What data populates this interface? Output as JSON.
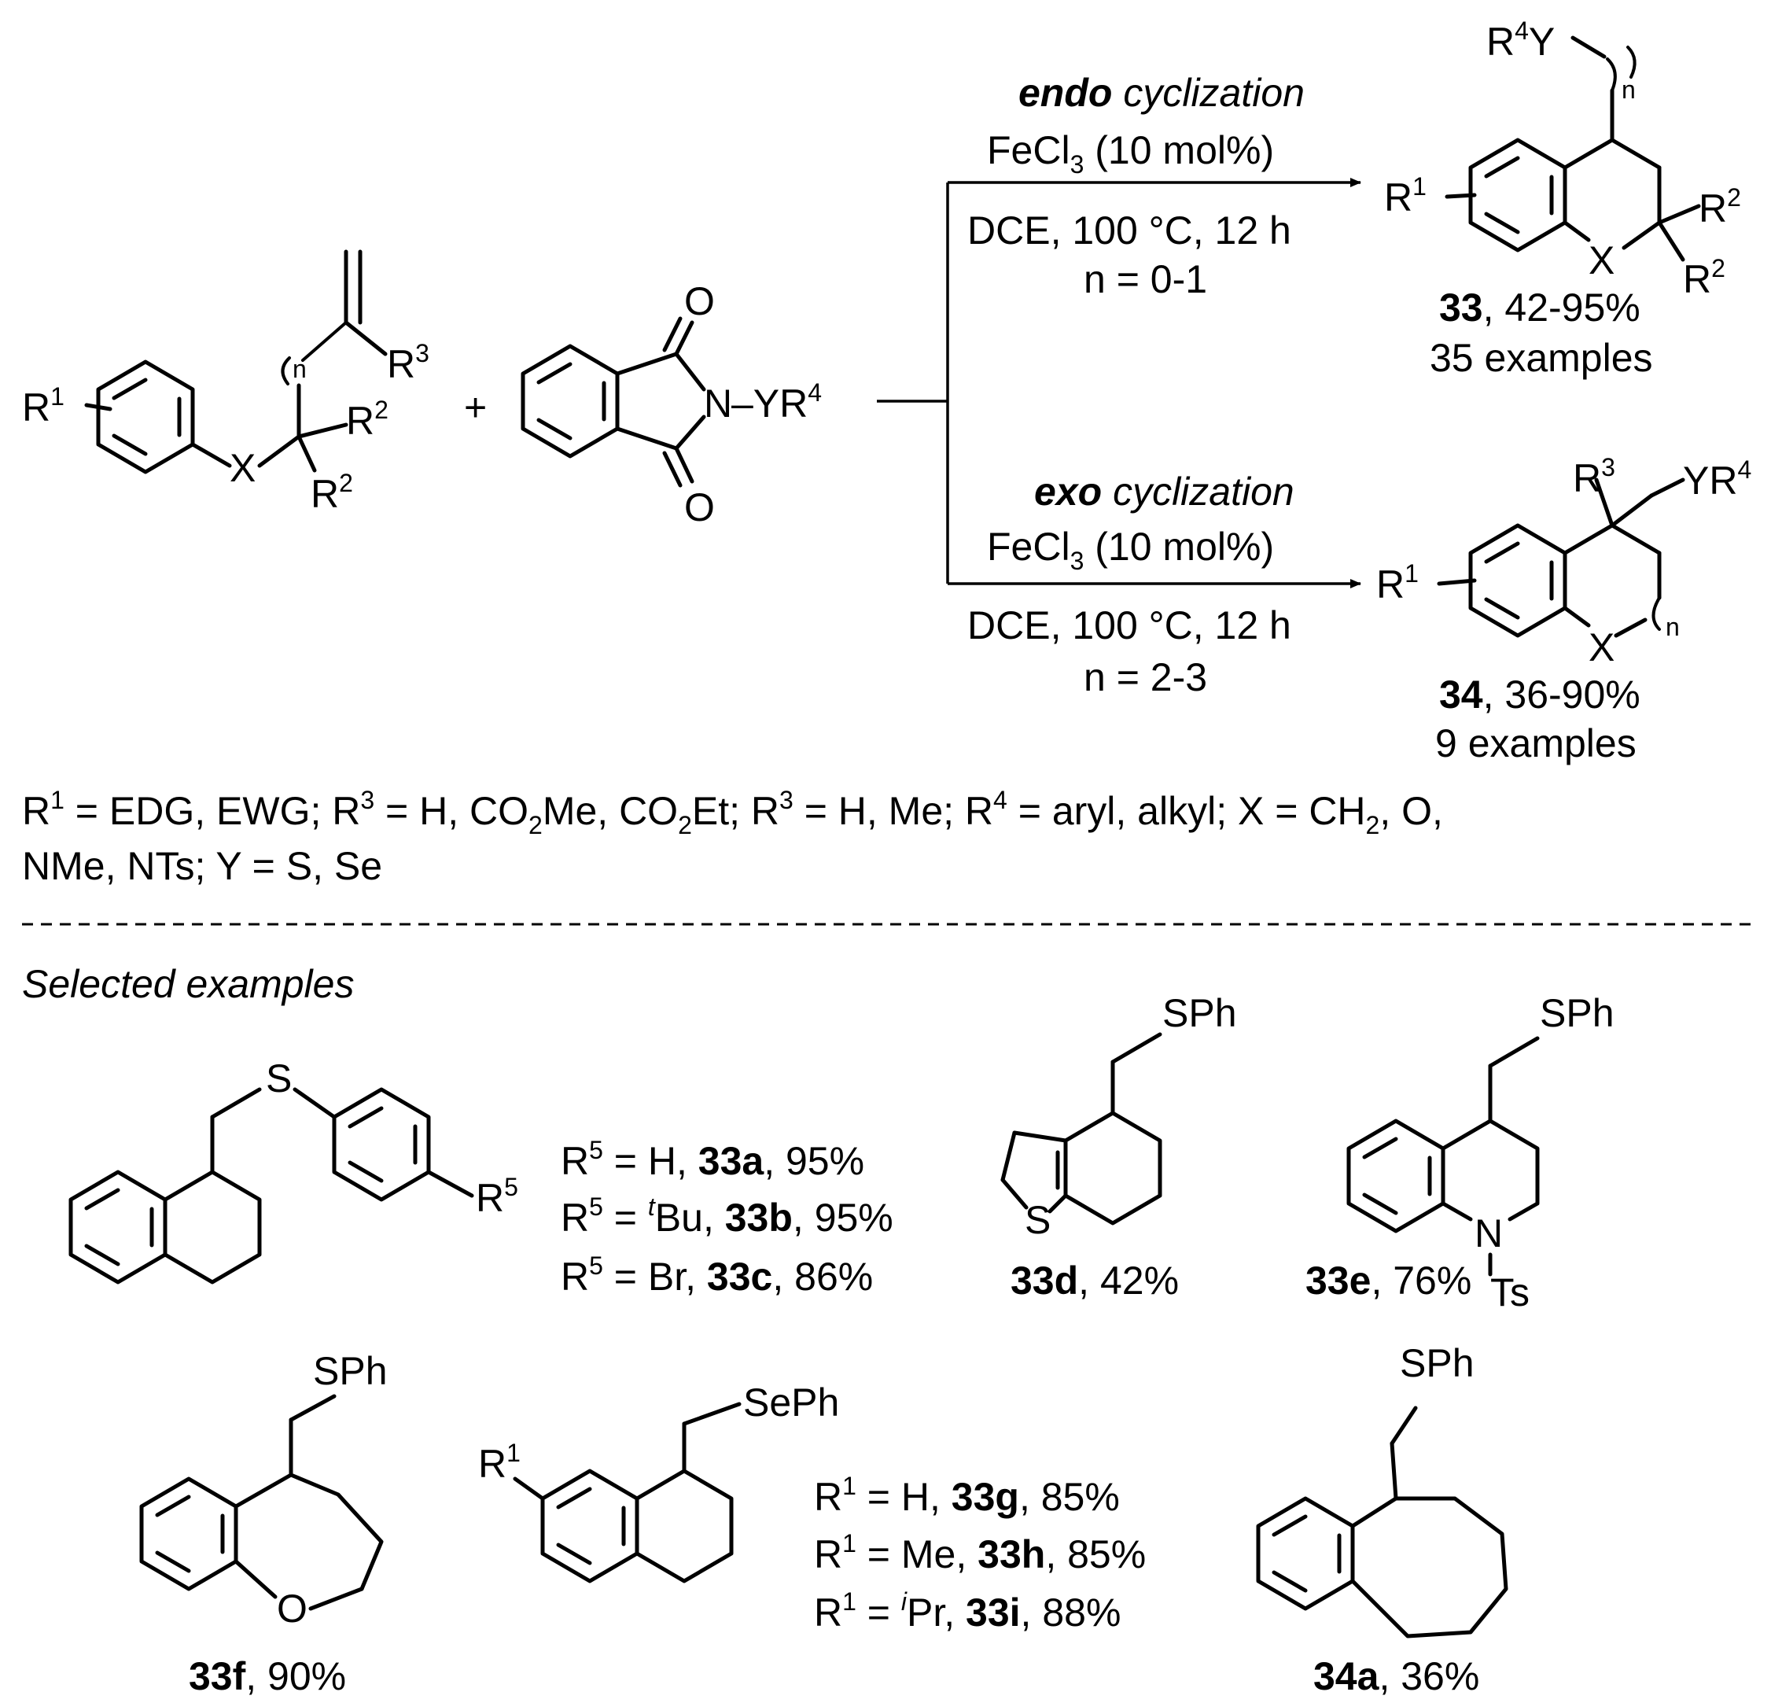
{
  "scheme": {
    "reactant1": {
      "r1": "R",
      "r1_sup": "1",
      "x": "X",
      "n": "n",
      "r2a": "R",
      "r2a_sup": "2",
      "r2b": "R",
      "r2b_sup": "2",
      "r3": "R",
      "r3_sup": "3"
    },
    "plus": "+",
    "reactant2": {
      "o_top": "O",
      "o_bot": "O",
      "n_atom": "N",
      "group": "–YR",
      "group_sup": "4"
    },
    "endo": {
      "title_bold": "endo",
      "title_rest": " cyclization",
      "catalyst": "FeCl",
      "catalyst_sub": "3",
      "catalyst_rest": " (10 mol%)",
      "conditions": "DCE, 100 °C, 12 h",
      "n_range": "n = 0-1",
      "product_label": "33",
      "product_yield": ", 42-95%",
      "product_examples": "35 examples",
      "p_r1": "R",
      "p_r1_sup": "1",
      "p_x": "X",
      "p_r2a": "R",
      "p_r2a_sup": "2",
      "p_r2b": "R",
      "p_r2b_sup": "2",
      "p_top": "R",
      "p_top_sup": "4",
      "p_top_rest": "Y",
      "p_n": "n"
    },
    "exo": {
      "title_bold": "exo",
      "title_rest": " cyclization",
      "catalyst": "FeCl",
      "catalyst_sub": "3",
      "catalyst_rest": " (10 mol%)",
      "conditions": "DCE, 100 °C, 12 h",
      "n_range": "n = 2-3",
      "product_label": "34",
      "product_yield": ", 36-90%",
      "product_examples": "9 examples",
      "p_r1": "R",
      "p_r1_sup": "1",
      "p_x": "X",
      "p_r3": "R",
      "p_r3_sup": "3",
      "p_yr": "YR",
      "p_yr_sup": "4",
      "p_n": "n"
    },
    "legend_line1": [
      "R",
      "1",
      " = EDG, EWG; R",
      "3",
      " = H, CO",
      "2",
      "Me, CO",
      "2",
      "Et; R",
      "3",
      " = H, Me; R",
      "4",
      " = aryl, alkyl; X = CH",
      "2",
      ", O,"
    ],
    "legend_line2": "NMe, NTs;  Y = S, Se"
  },
  "selected": {
    "heading": "Selected examples",
    "ex_abc": {
      "s": "S",
      "r5": "R",
      "r5_sup": "5",
      "lines": [
        {
          "pre": "R",
          "sup": "5",
          "mid": " = H, ",
          "label": "33a",
          "yield": ", 95%"
        },
        {
          "pre": "R",
          "sup": "5",
          "mid": " = ",
          "tsup": "t",
          "mid2": "Bu, ",
          "label": "33b",
          "yield": ", 95%"
        },
        {
          "pre": "R",
          "sup": "5",
          "mid": " = Br, ",
          "label": "33c",
          "yield": ", 86%"
        }
      ]
    },
    "ex_d": {
      "sub": "SPh",
      "s_atom": "S",
      "label": "33d",
      "yield": ", 42%"
    },
    "ex_e": {
      "sub": "SPh",
      "n_atom": "N",
      "ts": "Ts",
      "label": "33e",
      "yield": ", 76%"
    },
    "ex_f": {
      "sub": "SPh",
      "o_atom": "O",
      "label": "33f",
      "yield": ", 90%"
    },
    "ex_ghi": {
      "sub": "SePh",
      "r1": "R",
      "r1_sup": "1",
      "lines": [
        {
          "pre": "R",
          "sup": "1",
          "mid": " = H, ",
          "label": "33g",
          "yield": ", 85%"
        },
        {
          "pre": "R",
          "sup": "1",
          "mid": " = Me, ",
          "label": "33h",
          "yield": ", 85%"
        },
        {
          "pre": "R",
          "sup": "1",
          "mid": " = ",
          "isup": "i",
          "mid2": "Pr, ",
          "label": "33i",
          "yield": ", 88%"
        }
      ]
    },
    "ex_34a": {
      "sub": "SPh",
      "label": "34a",
      "yield": ", 36%"
    }
  }
}
